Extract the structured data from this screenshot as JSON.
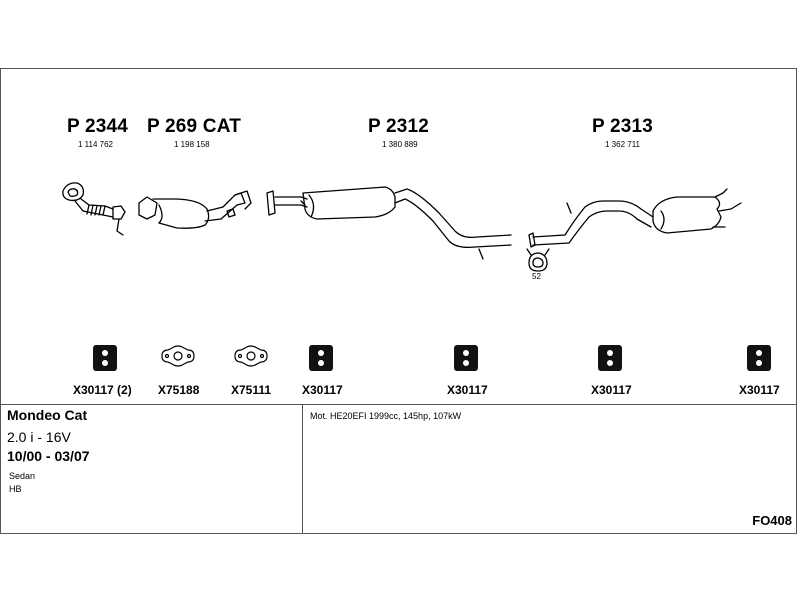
{
  "parts": [
    {
      "code": "P 2344",
      "number": "1 114 762"
    },
    {
      "code": "P 269 CAT",
      "number": "1 198 158"
    },
    {
      "code": "P 2312",
      "number": "1 380 889"
    },
    {
      "code": "P 2313",
      "number": "1 362 711"
    }
  ],
  "clamp_label": "52",
  "accessories": [
    {
      "code": "X30117 (2)",
      "icon": "rubber-hanger-icon"
    },
    {
      "code": "X75188",
      "icon": "flange-gasket-icon"
    },
    {
      "code": "X75111",
      "icon": "flange-gasket-icon"
    },
    {
      "code": "X30117",
      "icon": "rubber-hanger-icon"
    },
    {
      "code": "X30117",
      "icon": "rubber-hanger-icon"
    },
    {
      "code": "X30117",
      "icon": "rubber-hanger-icon"
    },
    {
      "code": "X30117",
      "icon": "rubber-hanger-icon"
    }
  ],
  "vehicle": {
    "model": "Mondeo Cat",
    "engine": "2.0 i - 16V",
    "years": "10/00 - 03/07",
    "body_types": [
      "Sedan",
      "HB"
    ]
  },
  "motor_info": "Mot. HE20EFI 1999cc, 145hp, 107kW",
  "reference": "FO408"
}
